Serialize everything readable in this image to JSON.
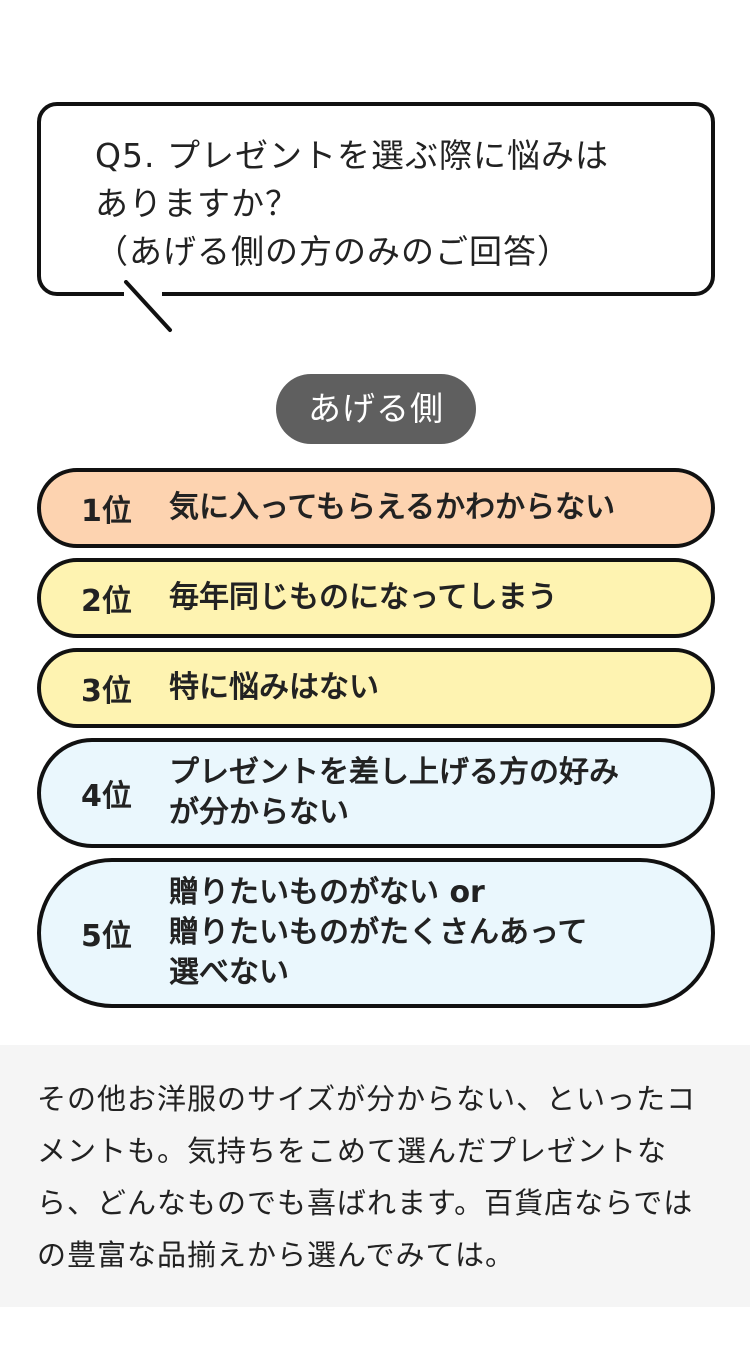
{
  "question": {
    "text": "Q5. プレゼントを選ぶ際に悩みは\nありますか？\n（あげる側の方のみのご回答）"
  },
  "segment_label": "あげる側",
  "rankings": [
    {
      "rank": "1位",
      "text": "気に入ってもらえるかわからない",
      "color": "#fdd3b0"
    },
    {
      "rank": "2位",
      "text": "毎年同じものになってしまう",
      "color": "#fef3b1"
    },
    {
      "rank": "3位",
      "text": "特に悩みはない",
      "color": "#fef3b1"
    },
    {
      "rank": "4位",
      "text": "プレゼントを差し上げる方の好み\nが分からない",
      "color": "#eaf7fd"
    },
    {
      "rank": "5位",
      "text": "贈りたいものがない or\n贈りたいものがたくさんあって\n選べない",
      "color": "#eaf7fd"
    }
  ],
  "footer": {
    "text": "その他お洋服のサイズが分からない、といったコ\nメントも。気持ちをこめて選んだプレゼントな\nら、どんなものでも喜ばれます。百貨店ならでは\nの豊富な品揃えから選んでみては。"
  }
}
